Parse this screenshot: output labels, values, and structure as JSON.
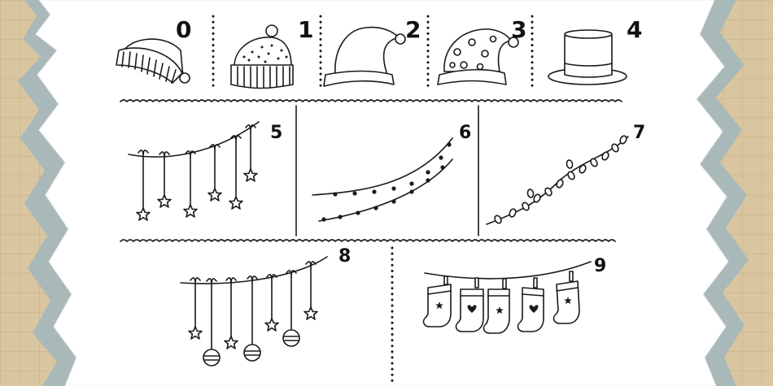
{
  "colors": {
    "paper": "#ffffff",
    "kraft": "#d9c6a0",
    "torn_blue": "#a9b9ba",
    "grid_line": "#c9b48c",
    "ink": "#1a1a1a"
  },
  "cells": [
    {
      "number": "0",
      "icon": "knit-beanie-icon"
    },
    {
      "number": "1",
      "icon": "pompom-beanie-icon"
    },
    {
      "number": "2",
      "icon": "santa-hat-icon"
    },
    {
      "number": "3",
      "icon": "polka-dot-hat-icon"
    },
    {
      "number": "4",
      "icon": "top-hat-icon"
    },
    {
      "number": "5",
      "icon": "star-garland-icon"
    },
    {
      "number": "6",
      "icon": "bead-strands-icon"
    },
    {
      "number": "7",
      "icon": "light-bulb-string-icon"
    },
    {
      "number": "8",
      "icon": "ornament-garland-icon"
    },
    {
      "number": "9",
      "icon": "stocking-garland-icon"
    }
  ]
}
